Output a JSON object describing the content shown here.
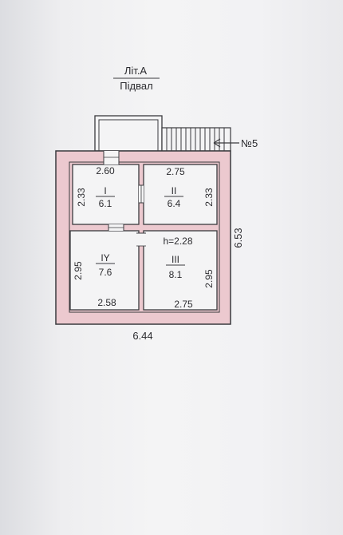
{
  "plan": {
    "title": "Літ.А",
    "subtitle": "Підвал",
    "stair_label": "№5",
    "overall_width": "6.44",
    "overall_height": "6.53",
    "ceiling_height": "h=2.28",
    "rooms": [
      {
        "id": "I",
        "area": "6.1",
        "width_dim": "2.60",
        "height_dim": "2.33"
      },
      {
        "id": "II",
        "area": "6.4",
        "width_dim": "2.75",
        "height_dim": "2.33"
      },
      {
        "id": "IY",
        "area": "7.6",
        "width_dim": "2.58",
        "height_dim": "2.95"
      },
      {
        "id": "III",
        "area": "8.1",
        "width_dim": "2.75",
        "height_dim": "2.95"
      }
    ]
  },
  "colors": {
    "wall_fill": "#ecc9cf",
    "line": "#3a3a3e"
  }
}
